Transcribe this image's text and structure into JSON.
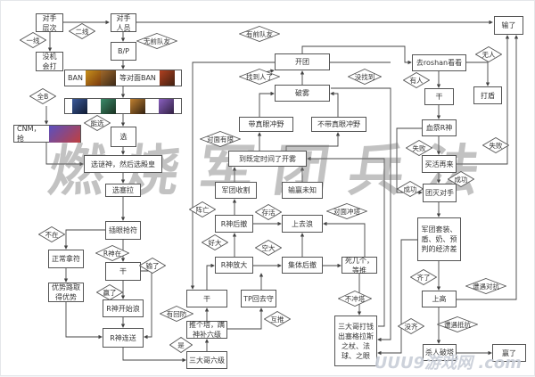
{
  "nodes": {
    "opp_level": "对手\n层次",
    "opp_members": "对手\n人员",
    "lost": "输了",
    "no_chance": "没机\n会打",
    "bp": "B/P",
    "ban": "BAN",
    "wait_ban": "等对面BAN",
    "cnm": "CNM，抢",
    "pick": "选",
    "pick_first": "选谜神，然后选殿皇",
    "pick_sera": "选塞拉",
    "ward_rune": "插眼抢符",
    "normal_rune": "正常拿符",
    "fight_left": "干",
    "lane_adv": "优势路取得优势",
    "r_roam": "R神开始浪",
    "r_feed": "R神连送",
    "three_six": "三大哥六级",
    "push_tower": "推个塔，蹒神补六级",
    "fight_mid": "干",
    "tp_defend": "TP回去守",
    "r_ult": "R神放大",
    "r_retreat": "R神后撤",
    "group_retreat": "集体后撤",
    "go_aggro": "上去浪",
    "die_wait": "死几个，等推",
    "legion_reap": "军团收割",
    "unknown": "输赢未知",
    "smoke_time": "到既定时间了开雾",
    "gem_jungle": "带真眼冲野",
    "nogem_jungle": "不带真眼冲野",
    "break_fog": "破雾",
    "teamfight": "开团",
    "roshan": "去roshan看看",
    "shield": "打盾",
    "fight_right": "干",
    "bloodrite": "血祭R神",
    "buyback": "买活再来",
    "wipe": "团灭对手",
    "econ": "军团套装、盾、奶、预判的经济差",
    "high_ground": "上高",
    "kill_tower": "杀人破塔",
    "won": "赢了",
    "farm_three": "三大哥打钱出塞格拉斯之杖、法球、之眼"
  },
  "conditions": {
    "one_lane": "一线",
    "two_lane": "二线",
    "no_ex": "无前队友",
    "has_ex": "有前队友",
    "all_ban": "全B",
    "can_pick": "能选",
    "found": "找到人了",
    "not_found": "没找到",
    "enemy_limited": "对面有限",
    "dead": "阵亡",
    "alive": "存活",
    "enemy_dive": "对面冲塔",
    "good_ult": "好大",
    "empty_ult": "空大",
    "not_there": "不在",
    "r_there": "R神在",
    "lost_c": "输了",
    "won_c": "赢了",
    "defend_back": "有回防",
    "yes": "是",
    "trade_push": "互推",
    "no_dive": "不冲塔",
    "nobody": "无人",
    "somebody": "有人",
    "fail1": "失败",
    "fail2": "失败",
    "success1": "成功",
    "success2": "成功",
    "ready": "齐了",
    "meet_fight": "遭遇对抗",
    "meet_resist": "遭遇抵抗",
    "not_ready": "没齐"
  },
  "watermark": "燃烧军团兵法",
  "site_logo": "UUU9游戏网 .com",
  "colors": {
    "line": "#444",
    "box_border": "#555"
  }
}
